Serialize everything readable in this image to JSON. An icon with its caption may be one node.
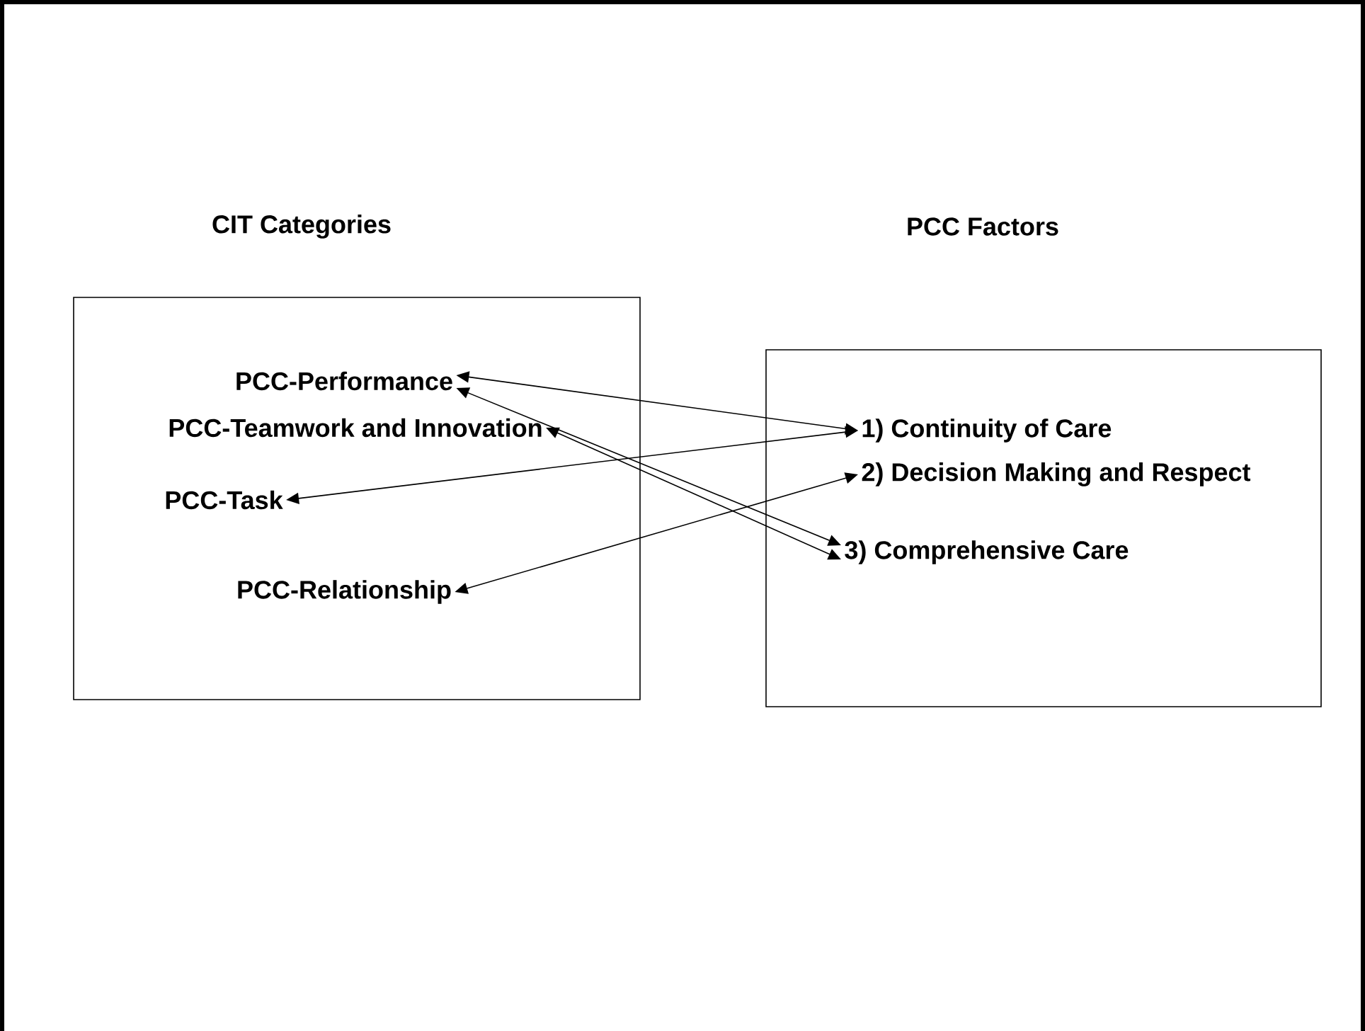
{
  "diagram": {
    "nodes": [
      {
        "text": [
          "CIT Categories"
        ]
      },
      {
        "text": [
          "PCC-Performance"
        ],
        "in": 0
      },
      {
        "text": [
          "PCC-Teamwork and Innovation"
        ],
        "in": 0
      },
      {
        "text": [
          "PCC-Task"
        ],
        "in": 0
      },
      {
        "text": [
          "PCC-Relationship"
        ],
        "in": 0
      },
      {
        "text": [
          "PCC Factors"
        ]
      },
      {
        "text": [
          "1) Continuity of Care"
        ],
        "in": 5
      },
      {
        "text": [
          "2) Decision Making and Respect"
        ],
        "in": 5
      },
      {
        "text": [
          "3) Comprehensive Care"
        ],
        "in": 5
      }
    ],
    "edges": [
      {
        "from": 1,
        "to": 6,
        "arrow": "both"
      },
      {
        "from": 1,
        "to": 8,
        "arrow": "both"
      },
      {
        "from": 2,
        "to": 8,
        "arrow": "both"
      },
      {
        "from": 3,
        "to": 6,
        "arrow": "both"
      },
      {
        "from": 4,
        "to": 7,
        "arrow": "both"
      }
    ]
  }
}
